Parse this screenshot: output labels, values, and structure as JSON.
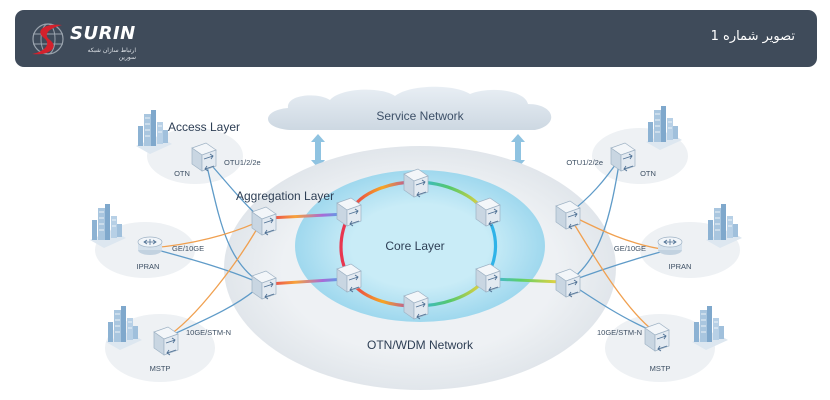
{
  "header": {
    "brand": "SURIN",
    "tagline": "ارتباط سازان شبکه سورین",
    "title": "تصویر شماره 1"
  },
  "diagram": {
    "labels": {
      "service_network": "Service Network",
      "access_layer": "Access Layer",
      "aggregation_layer": "Aggregation Layer",
      "core_layer": "Core Layer",
      "otn_wdm_network": "OTN/WDM Network"
    },
    "left_sites": [
      {
        "name": "OTN",
        "link": "OTU1/2/2e"
      },
      {
        "name": "IPRAN",
        "link": "GE/10GE"
      },
      {
        "name": "MSTP",
        "link": "10GE/STM-N"
      }
    ],
    "right_sites": [
      {
        "name": "OTN",
        "link": "OTU1/2/2e"
      },
      {
        "name": "IPRAN",
        "link": "GE/10GE"
      },
      {
        "name": "MSTP",
        "link": "10GE/STM-N"
      }
    ]
  },
  "colors": {
    "header_bg": "#3f4b5a",
    "logo_red": "#d3212c",
    "ellipse_gray": "#e9ecef",
    "core_blue": "#b9e5f3",
    "fiber_blue": "#5f9bc8",
    "fiber_orange": "#f0a050",
    "text_dark": "#2e3f55"
  }
}
